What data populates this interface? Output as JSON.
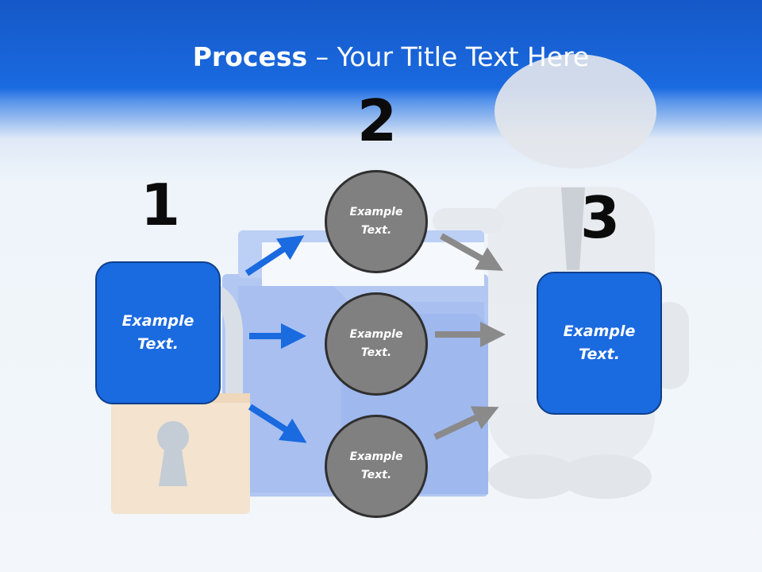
{
  "slide": {
    "title_bold": "Process",
    "title_rest": " – Your Title Text Here"
  },
  "steps": {
    "step1": {
      "number": "1",
      "text": "Example Text."
    },
    "step2": {
      "number": "2"
    },
    "step3": {
      "number": "3",
      "text": "Example Text."
    }
  },
  "circles": [
    {
      "text": "Example Text."
    },
    {
      "text": "Example Text."
    },
    {
      "text": "Example Text."
    }
  ],
  "colors": {
    "header_blue": "#1a6ae0",
    "box_blue": "#1a6ae0",
    "circle_gray": "#808080",
    "arrow_blue": "#1a6ae0",
    "arrow_gray": "#8a8a8a"
  }
}
